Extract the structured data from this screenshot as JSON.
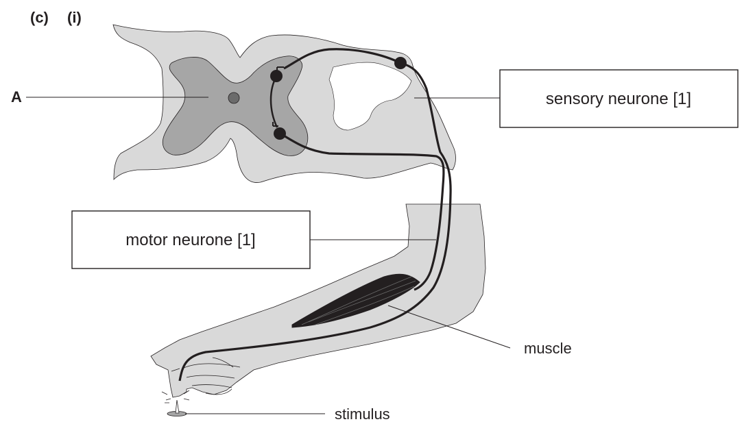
{
  "question": {
    "part": "(c)",
    "subpart": "(i)"
  },
  "labels": {
    "a": "A",
    "sensory_answer": "sensory neurone [1]",
    "motor_answer": "motor neurone [1]",
    "muscle": "muscle",
    "stimulus": "stimulus"
  },
  "colors": {
    "outer_tissue": "#d9d9d9",
    "grey_matter": "#a6a6a6",
    "nerve_line": "#231f20"
  }
}
